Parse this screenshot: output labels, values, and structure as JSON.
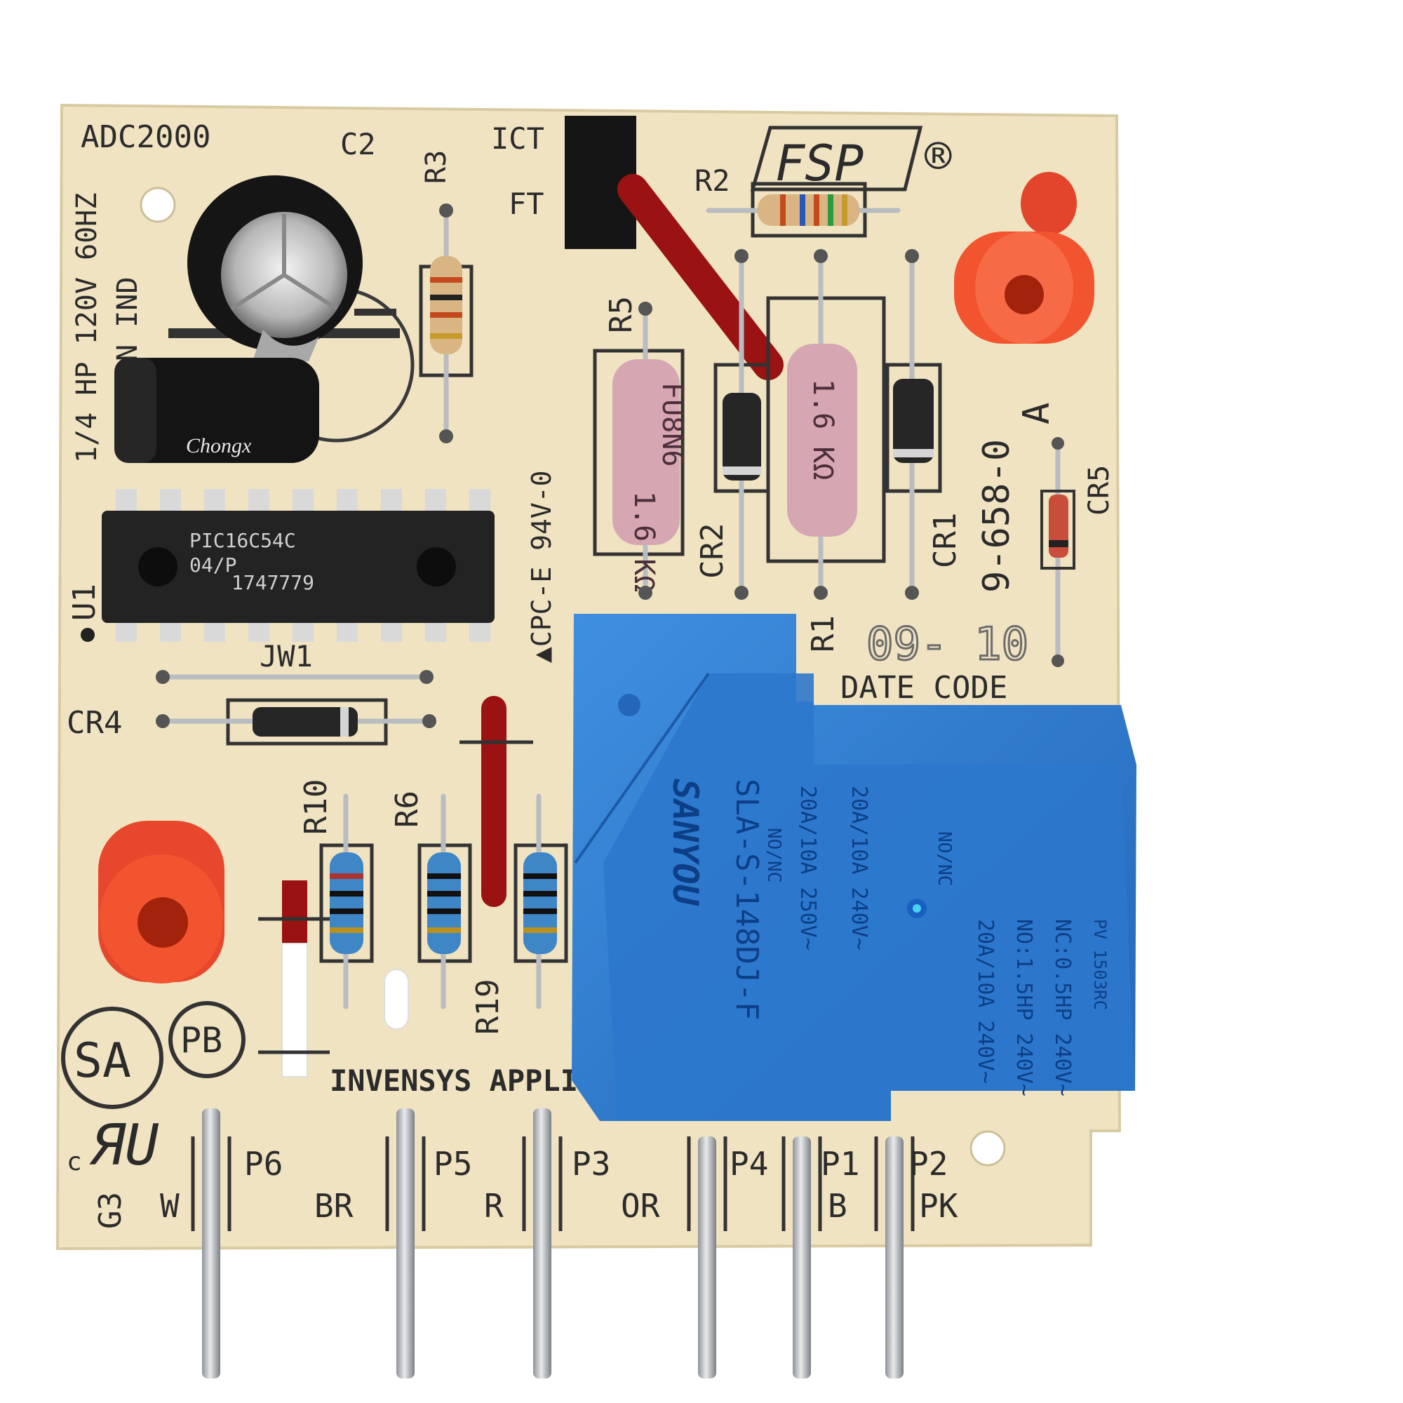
{
  "board": {
    "model": "ADC2000",
    "rating": "1/4 HP 120V 60HZ",
    "ind_label": "N IND",
    "ict": "ICT",
    "ft": "FT",
    "brand": "FSP",
    "registered": "®",
    "cpc": "▲CPC-E 94V-0",
    "part_number": "9-658-0",
    "rev": "A",
    "date_code_value": "09- 10",
    "date_code_label": "DATE CODE",
    "maker": "INVENSYS APPLIA",
    "g3": "G3",
    "c_mark": "c"
  },
  "refdes": {
    "c2": "C2",
    "r3": "R3",
    "r2": "R2",
    "r5": "R5",
    "r1": "R1",
    "cr1": "CR1",
    "cr2": "CR2",
    "cr4": "CR4",
    "cr5": "CR5",
    "u1": "U1",
    "jw1": "JW1",
    "r10": "R10",
    "r6": "R6",
    "r19": "R19"
  },
  "components": {
    "cap_brand": "Chongx",
    "ic_line1": "PIC16C54C",
    "ic_line2": "04/P",
    "ic_line3": "1747779",
    "res_big_value": "1.6 KΩ",
    "res_big_code": "FU8N6",
    "relay_brand": "SANYOU",
    "relay_model": "SLA-S-148DJ-F",
    "relay_rating_1": "NO/NC",
    "relay_rating_2": "20A/10A 250V~",
    "relay_rating_3": "20A/10A 240V~",
    "relay_rating_4": "NO/NC",
    "relay_rating_5": "20A/10A 240V~",
    "relay_rating_6": "NO:1.5HP 240V~",
    "relay_rating_7": "NC:0.5HP 240V~",
    "relay_rating_8": "PV 1503RC"
  },
  "pins": [
    {
      "id": "P6",
      "wire": "W"
    },
    {
      "id": "P5",
      "wire": "BR"
    },
    {
      "id": "P3",
      "wire": "R"
    },
    {
      "id": "P4",
      "wire": "OR"
    },
    {
      "id": "P1",
      "wire": "B"
    },
    {
      "id": "P2",
      "wire": "PK"
    }
  ],
  "colors": {
    "pcb": "#efe3c1",
    "relay": "#2f7fd3",
    "standoff": "#f2542f",
    "ic": "#232323",
    "silkscreen": "#2b2b2b"
  }
}
